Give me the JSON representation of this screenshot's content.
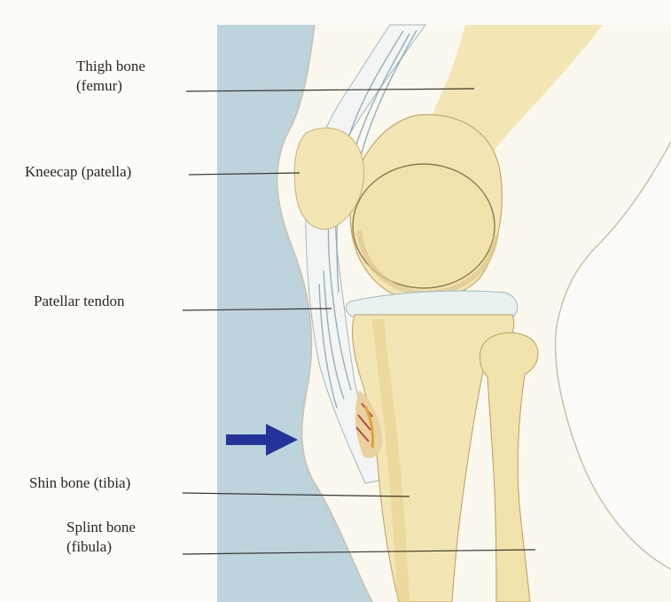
{
  "labels": {
    "femur": {
      "line1": "Thigh bone",
      "line2": "(femur)"
    },
    "patella": {
      "line1": "Kneecap (patella)"
    },
    "tendon": {
      "line1": "Patellar tendon"
    },
    "tibia": {
      "line1": "Shin bone (tibia)"
    },
    "fibula": {
      "line1": "Splint bone",
      "line2": "(fibula)"
    }
  },
  "colors": {
    "background": "#fdfbf7",
    "blue_panel": "#bed4dc",
    "bone_fill": "#f4e6b4",
    "bone_shade": "#e3cd8a",
    "cartilage": "#e9f0f0",
    "tendon": "#f2f5f3",
    "tendon_stripes": "#7fa4b0",
    "arrow": "#23339a",
    "leader_line": "#3a3632"
  }
}
